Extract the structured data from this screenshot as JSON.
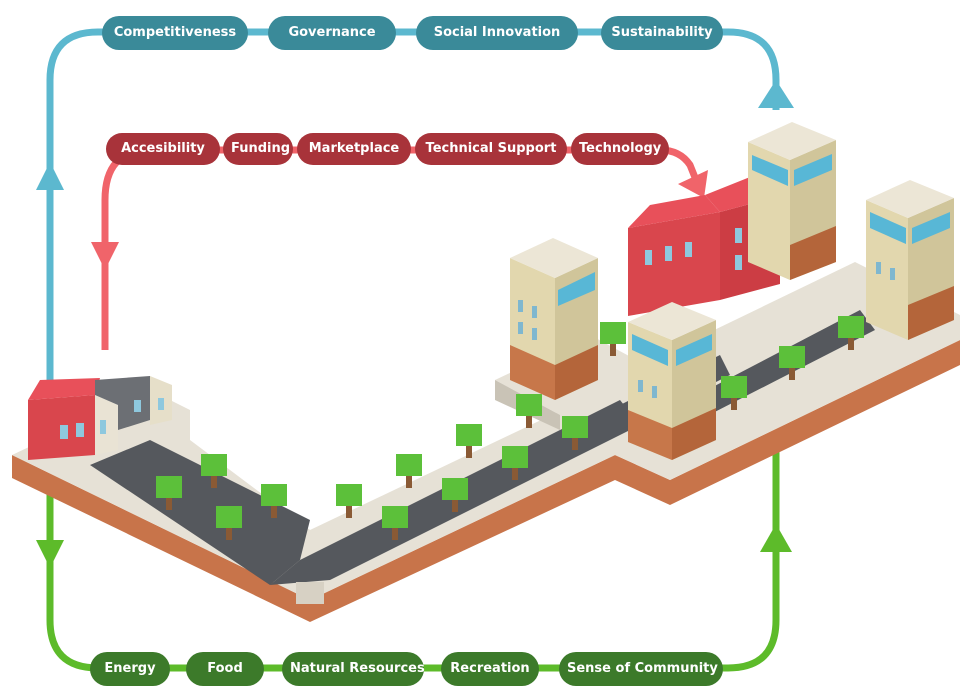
{
  "top_row": {
    "color": "#3a8a99",
    "arrow_color": "#5cb8cf",
    "items": [
      "Competitiveness",
      "Governance",
      "Social Innovation",
      "Sustainability"
    ]
  },
  "middle_row": {
    "color": "#a8333a",
    "arrow_color": "#f0646a",
    "items": [
      "Accesibility",
      "Funding",
      "Marketplace",
      "Technical Support",
      "Technology"
    ]
  },
  "bottom_row": {
    "color": "#3c7a2a",
    "arrow_color": "#5dbb2a",
    "items": [
      "Energy",
      "Food",
      "Natural Resources",
      "Recreation",
      "Sense of Community"
    ]
  }
}
